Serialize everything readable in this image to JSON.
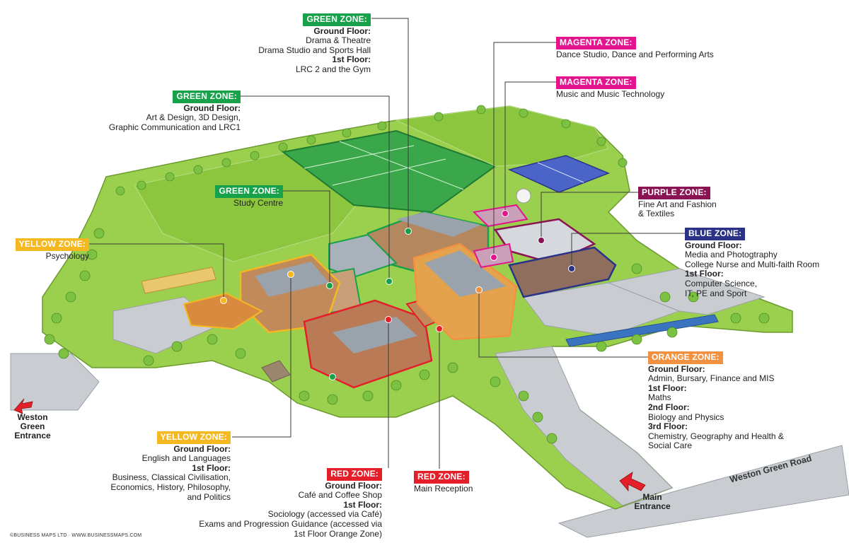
{
  "colors": {
    "green": "#17a14a",
    "magenta": "#e2158f",
    "purple": "#8a1354",
    "blue": "#2b3388",
    "orange": "#f29240",
    "yellow": "#f6b821",
    "red": "#e51f2a",
    "grass": "#8cc63f",
    "pitch": "#3aa84a",
    "road": "#c9cdd2"
  },
  "zones": {
    "green_drama": {
      "title": "GREEN ZONE:",
      "lines": [
        "Ground Floor:",
        "Drama & Theatre",
        "Drama Studio and Sports Hall",
        "1st Floor:",
        "LRC 2 and the Gym"
      ]
    },
    "green_art": {
      "title": "GREEN ZONE:",
      "lines": [
        "Ground Floor:",
        "Art & Design, 3D Design,",
        "Graphic Communication and LRC1"
      ]
    },
    "green_study": {
      "title": "GREEN ZONE:",
      "lines": [
        "Study Centre"
      ]
    },
    "magenta_dance": {
      "title": "MAGENTA ZONE:",
      "lines": [
        "Dance Studio, Dance and Performing Arts"
      ]
    },
    "magenta_music": {
      "title": "MAGENTA ZONE:",
      "lines": [
        "Music and Music Technology"
      ]
    },
    "purple": {
      "title": "PURPLE ZONE:",
      "lines": [
        "Fine Art and Fashion",
        "& Textiles"
      ]
    },
    "blue": {
      "title": "BLUE ZONE:",
      "lines": [
        "Ground Floor:",
        "Media and Photogtraphy",
        "College Nurse and Multi-faith Room",
        "1st Floor:",
        "Computer Science,",
        "IT, PE and Sport"
      ]
    },
    "orange": {
      "title": "ORANGE ZONE:",
      "lines": [
        "Ground Floor:",
        "Admin, Bursary, Finance and MIS",
        "1st Floor:",
        "Maths",
        "2nd Floor:",
        "Biology and Physics",
        "3rd Floor:",
        "Chemistry, Geography and Health &",
        "Social Care"
      ]
    },
    "yellow_psych": {
      "title": "YELLOW ZONE:",
      "lines": [
        "Psychology"
      ]
    },
    "yellow_english": {
      "title": "YELLOW ZONE:",
      "lines": [
        "Ground Floor:",
        "English and Languages",
        "1st Floor:",
        "Business, Classical Civilisation,",
        "Economics, History, Philosophy,",
        "and Politics"
      ]
    },
    "red_cafe": {
      "title": "RED ZONE:",
      "lines": [
        "Ground Floor:",
        "Café and Coffee Shop",
        "1st Floor:",
        "Sociology (accessed via Café)",
        "Exams and Progression Guidance (accessed via",
        "1st Floor Orange Zone)"
      ]
    },
    "red_reception": {
      "title": "RED ZONE:",
      "lines": [
        "Main Reception"
      ]
    }
  },
  "bold_line_flags": {
    "green_drama": [
      true,
      false,
      false,
      true,
      false
    ],
    "green_art": [
      true,
      false,
      false
    ],
    "blue": [
      true,
      false,
      false,
      true,
      false,
      false
    ],
    "orange": [
      true,
      false,
      true,
      false,
      true,
      false,
      true,
      false,
      false
    ],
    "yellow_english": [
      true,
      false,
      true,
      false,
      false,
      false
    ],
    "red_cafe": [
      true,
      false,
      true,
      false,
      false,
      false
    ]
  },
  "road": {
    "name": "Weston Green Road"
  },
  "entrances": {
    "weston_green": [
      "Weston",
      "Green",
      "Entrance"
    ],
    "main": [
      "Main",
      "Entrance"
    ]
  },
  "credit": "©BUSINESS MAPS LTD · WWW.BUSINESSMAPS.COM"
}
